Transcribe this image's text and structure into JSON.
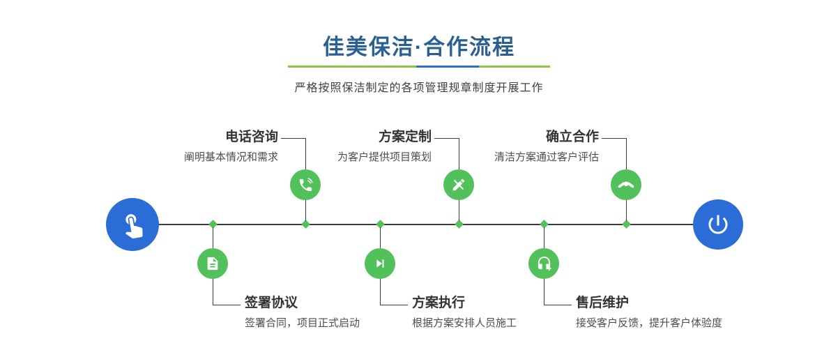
{
  "header": {
    "title": "佳美保洁·合作流程",
    "subtitle": "严格按照保洁制定的各项管理规章制度开展工作"
  },
  "colors": {
    "title_blue": "#2a5f92",
    "endpoint_blue": "#2b6cd6",
    "node_green": "#52c15c",
    "underline_green": "#8bc63e",
    "underline_blue": "#2f6bd8",
    "timeline_line": "#3b3b3b"
  },
  "timeline": {
    "start_icon": "pointing-hand-icon",
    "end_icon": "power-icon",
    "steps_top": [
      {
        "title": "电话咨询",
        "desc": "阐明基本情况和需求",
        "icon": "phone-icon"
      },
      {
        "title": "方案定制",
        "desc": "为客户提供项目策划",
        "icon": "pencil-ruler-icon"
      },
      {
        "title": "确立合作",
        "desc": "清洁方案通过客户评估",
        "icon": "handshake-icon"
      }
    ],
    "steps_bottom": [
      {
        "title": "签署协议",
        "desc": "签署合同，项目正式启动",
        "icon": "document-icon"
      },
      {
        "title": "方案执行",
        "desc": "根据方案安排人员施工",
        "icon": "play-icon"
      },
      {
        "title": "售后维护",
        "desc": "接受客户反馈，提升客户体验度",
        "icon": "headset-icon"
      }
    ]
  }
}
